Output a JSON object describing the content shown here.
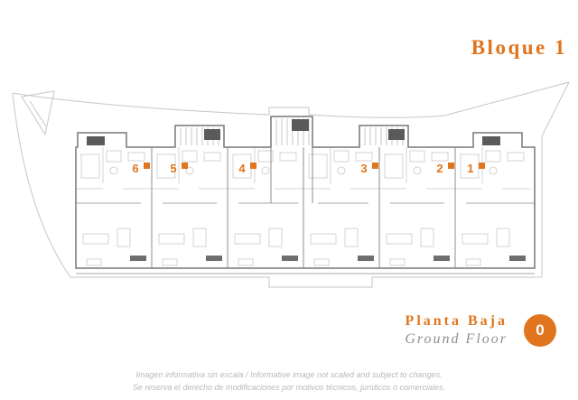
{
  "header": {
    "title": "Bloque 1"
  },
  "plan": {
    "units": [
      {
        "number": "6"
      },
      {
        "number": "5"
      },
      {
        "number": "4"
      },
      {
        "number": "3"
      },
      {
        "number": "2"
      },
      {
        "number": "1"
      }
    ]
  },
  "footer": {
    "floor_name_es": "Planta Baja",
    "floor_name_en": "Ground Floor",
    "floor_badge": "0"
  },
  "disclaimer": {
    "line1": "Imagen informativa sin escala /  Informative image not scaled and subject to changes.",
    "line2": "Se reserva el derecho de modificaciones por motivos técnicos, jurídicos o comerciales."
  },
  "colors": {
    "accent": "#e0751d",
    "badge_text": "#ffffff"
  }
}
